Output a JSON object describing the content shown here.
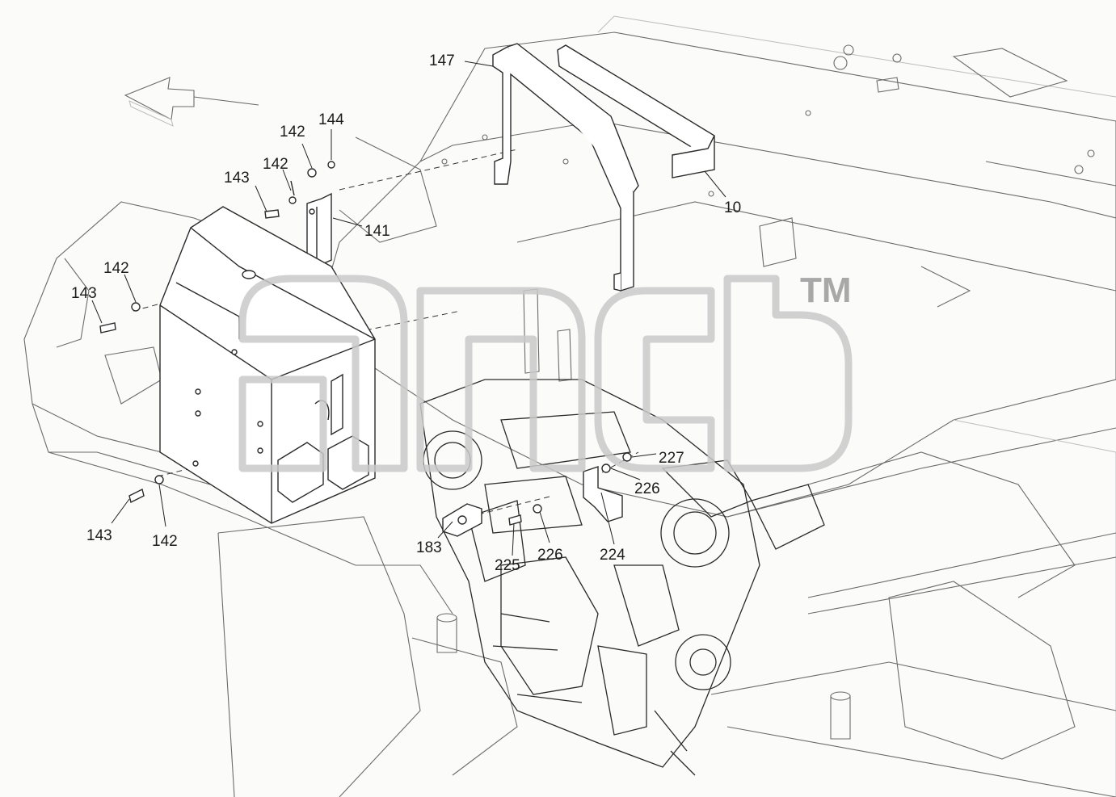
{
  "watermark": {
    "mark": "TM"
  },
  "labels": [
    {
      "id": "l147a",
      "text": "147"
    },
    {
      "id": "l10",
      "text": "10"
    },
    {
      "id": "l144",
      "text": "144"
    },
    {
      "id": "l142a",
      "text": "142"
    },
    {
      "id": "l142b",
      "text": "142"
    },
    {
      "id": "l143a",
      "text": "143"
    },
    {
      "id": "l141",
      "text": "141"
    },
    {
      "id": "l142c",
      "text": "142"
    },
    {
      "id": "l143b",
      "text": "143"
    },
    {
      "id": "l143c",
      "text": "143"
    },
    {
      "id": "l142d",
      "text": "142"
    },
    {
      "id": "l227",
      "text": "227"
    },
    {
      "id": "l226a",
      "text": "226"
    },
    {
      "id": "l183",
      "text": "183"
    },
    {
      "id": "l225",
      "text": "225"
    },
    {
      "id": "l226b",
      "text": "226"
    },
    {
      "id": "l224",
      "text": "224"
    }
  ]
}
